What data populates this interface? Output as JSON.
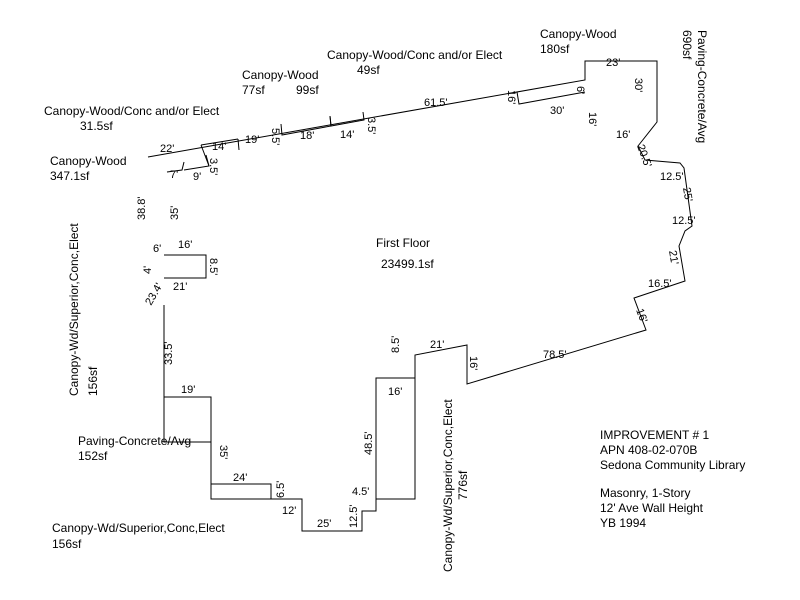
{
  "floor": {
    "name": "First Floor",
    "area": "23499.1sf"
  },
  "info": {
    "line1": "IMPROVEMENT # 1",
    "line2": "APN 408-02-070B",
    "line3": "Sedona Community Library",
    "line4": "Masonry, 1-Story",
    "line5": "12' Ave Wall Height",
    "line6": "YB 1994"
  },
  "areas": {
    "canopy_wood_180": {
      "name": "Canopy-Wood",
      "area": "180sf"
    },
    "paving_690": {
      "name": "Paving-Concrete/Avg",
      "area": "690sf"
    },
    "canopy_conc_49": {
      "name": "Canopy-Wood/Conc and/or Elect",
      "area": "49sf"
    },
    "canopy_wood_77": {
      "name": "Canopy-Wood",
      "area": "77sf"
    },
    "area_99": {
      "area": "99sf"
    },
    "canopy_conc_315": {
      "name": "Canopy-Wood/Conc and/or Elect",
      "area": "31.5sf"
    },
    "canopy_wood_347": {
      "name": "Canopy-Wood",
      "area": "347.1sf"
    },
    "canopy_wd_left": {
      "name": "Canopy-Wd/Superior,Conc,Elect",
      "area": "156sf"
    },
    "paving_152": {
      "name": "Paving-Concrete/Avg",
      "area": "152sf"
    },
    "canopy_wd_bottom": {
      "name": "Canopy-Wd/Superior,Conc,Elect",
      "area": "156sf"
    },
    "canopy_wd_776": {
      "name": "Canopy-Wd/Superior,Conc,Elect",
      "area": "776sf"
    }
  },
  "dims": {
    "d_22": "22'",
    "d_14a": "14'",
    "d_19": "19'",
    "d_5_5": "5.5'",
    "d_18": "18'",
    "d_14b": "14'",
    "d_3_5a": "3.5'",
    "d_61_5": "61.5'",
    "d_16a": "16'",
    "d_6a": "6'",
    "d_30a": "30'",
    "d_16b": "16'",
    "d_23": "23'",
    "d_30b": "30'",
    "d_16c": "16'",
    "d_20_5": "20.5'",
    "d_12_5a": "12.5'",
    "d_25a": "25'",
    "d_12_5b": "12.5'",
    "d_21a": "21'",
    "d_16_5": "16.5'",
    "d_16d": "16'",
    "d_78_5": "78.5'",
    "d_16e": "16'",
    "d_21b": "21'",
    "d_8_5a": "8.5'",
    "d_16f": "16'",
    "d_48_5": "48.5'",
    "d_4_5": "4.5'",
    "d_12_5c": "12.5'",
    "d_25b": "25'",
    "d_12": "12'",
    "d_6_5": "6.5'",
    "d_24": "24'",
    "d_35a": "35'",
    "d_19b": "19'",
    "d_33_5": "33.5'",
    "d_23_4": "23.4'",
    "d_21c": "21'",
    "d_4": "4'",
    "d_8_5b": "8.5'",
    "d_16g": "16'",
    "d_6b": "6'",
    "d_38_8": "38.8'",
    "d_35b": "35'",
    "d_7": "7'",
    "d_9": "9'",
    "d_3_5b": "3.5'"
  }
}
